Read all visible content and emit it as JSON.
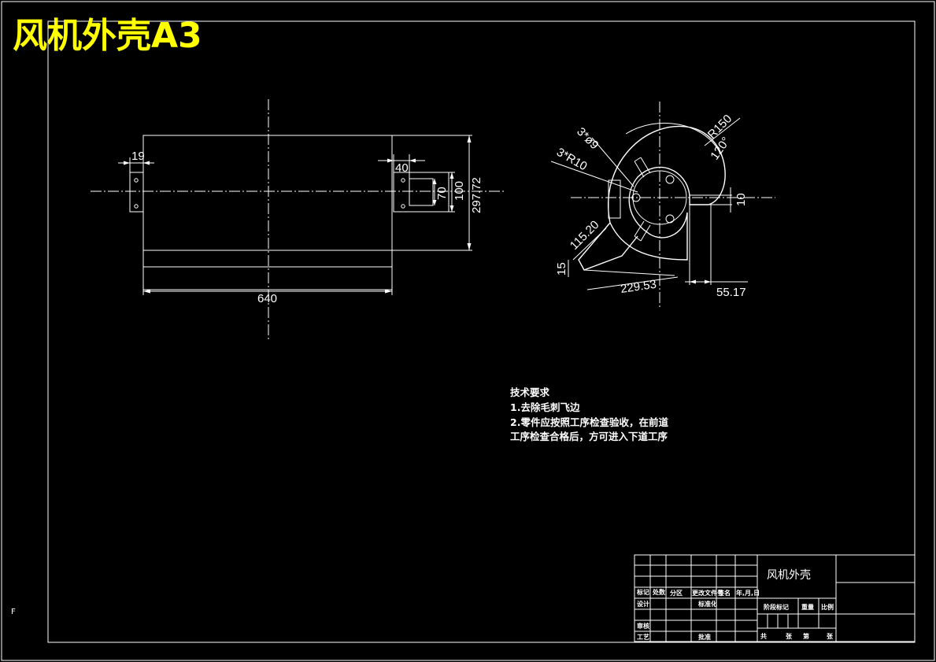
{
  "drawing_title": "风机外壳A3",
  "edge_mark": "F",
  "front_view": {
    "dim_length": "640",
    "dim_height": "297.72",
    "dim_flange_left": "19",
    "dim_flange_right": "40",
    "dim_slot_outer": "100",
    "dim_slot_inner": "70"
  },
  "side_view": {
    "dim_radius": "R150",
    "dim_angle": "120°",
    "dim_holes": "3*ø9",
    "dim_fillet": "3*R10",
    "dim_outlet_angle": "115.20",
    "dim_outlet_height": "15",
    "dim_outlet_length": "229.53",
    "dim_offset": "55.17",
    "dim_thickness": "10"
  },
  "tech_requirements": {
    "heading": "技术要求",
    "item1": "1.去除毛刺飞边",
    "item2_line1": "2.零件应按照工序检查验收，在前道",
    "item2_line2": "工序检查合格后，方可进入下道工序"
  },
  "title_block": {
    "part_name": "风机外壳",
    "col_mark": "标记",
    "col_count": "处数",
    "col_zone": "分区",
    "col_change_doc": "更改文件号",
    "col_sign": "签名",
    "col_date": "年,月,日",
    "row_design": "设计",
    "row_standard": "标准化",
    "row_review": "审核",
    "row_process": "工艺",
    "row_approve": "批准",
    "stage_mark": "阶段标记",
    "weight": "重量",
    "scale": "比例",
    "sheets_total": "共",
    "sheets_unit": "张",
    "sheet_no": "第",
    "sheet_unit2": "张"
  }
}
